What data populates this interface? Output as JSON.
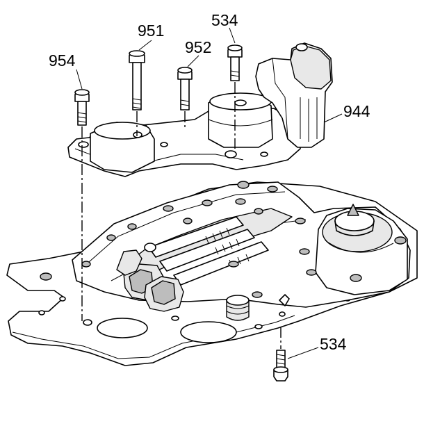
{
  "callouts": {
    "c954": "954",
    "c951": "951",
    "c952": "952",
    "c534_top": "534",
    "c944": "944",
    "c534_bottom": "534"
  }
}
